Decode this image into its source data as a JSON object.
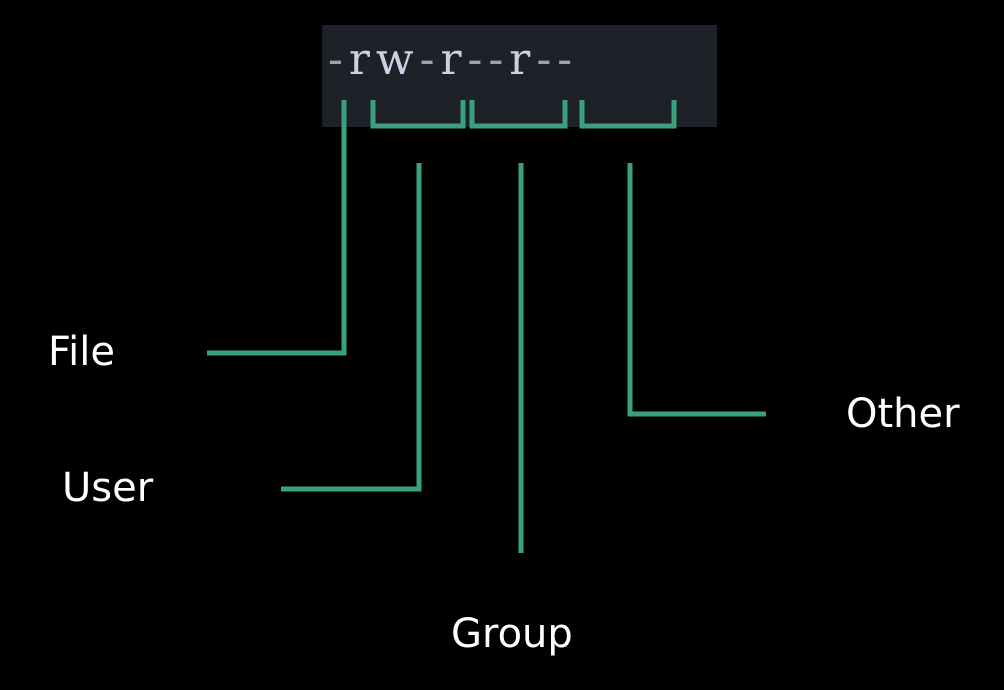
{
  "permission_string": {
    "chars": [
      "-",
      "r",
      "w",
      "-",
      "r",
      "-",
      "-",
      "r",
      "-",
      "-"
    ]
  },
  "labels": {
    "file": "File",
    "user": "User",
    "group": "Group",
    "other": "Other"
  },
  "colors": {
    "background": "#000000",
    "terminal_box": "#1e2128",
    "connector": "#3aa07e",
    "label_text": "#ffffff",
    "perm_text": "#c9d3e6"
  }
}
